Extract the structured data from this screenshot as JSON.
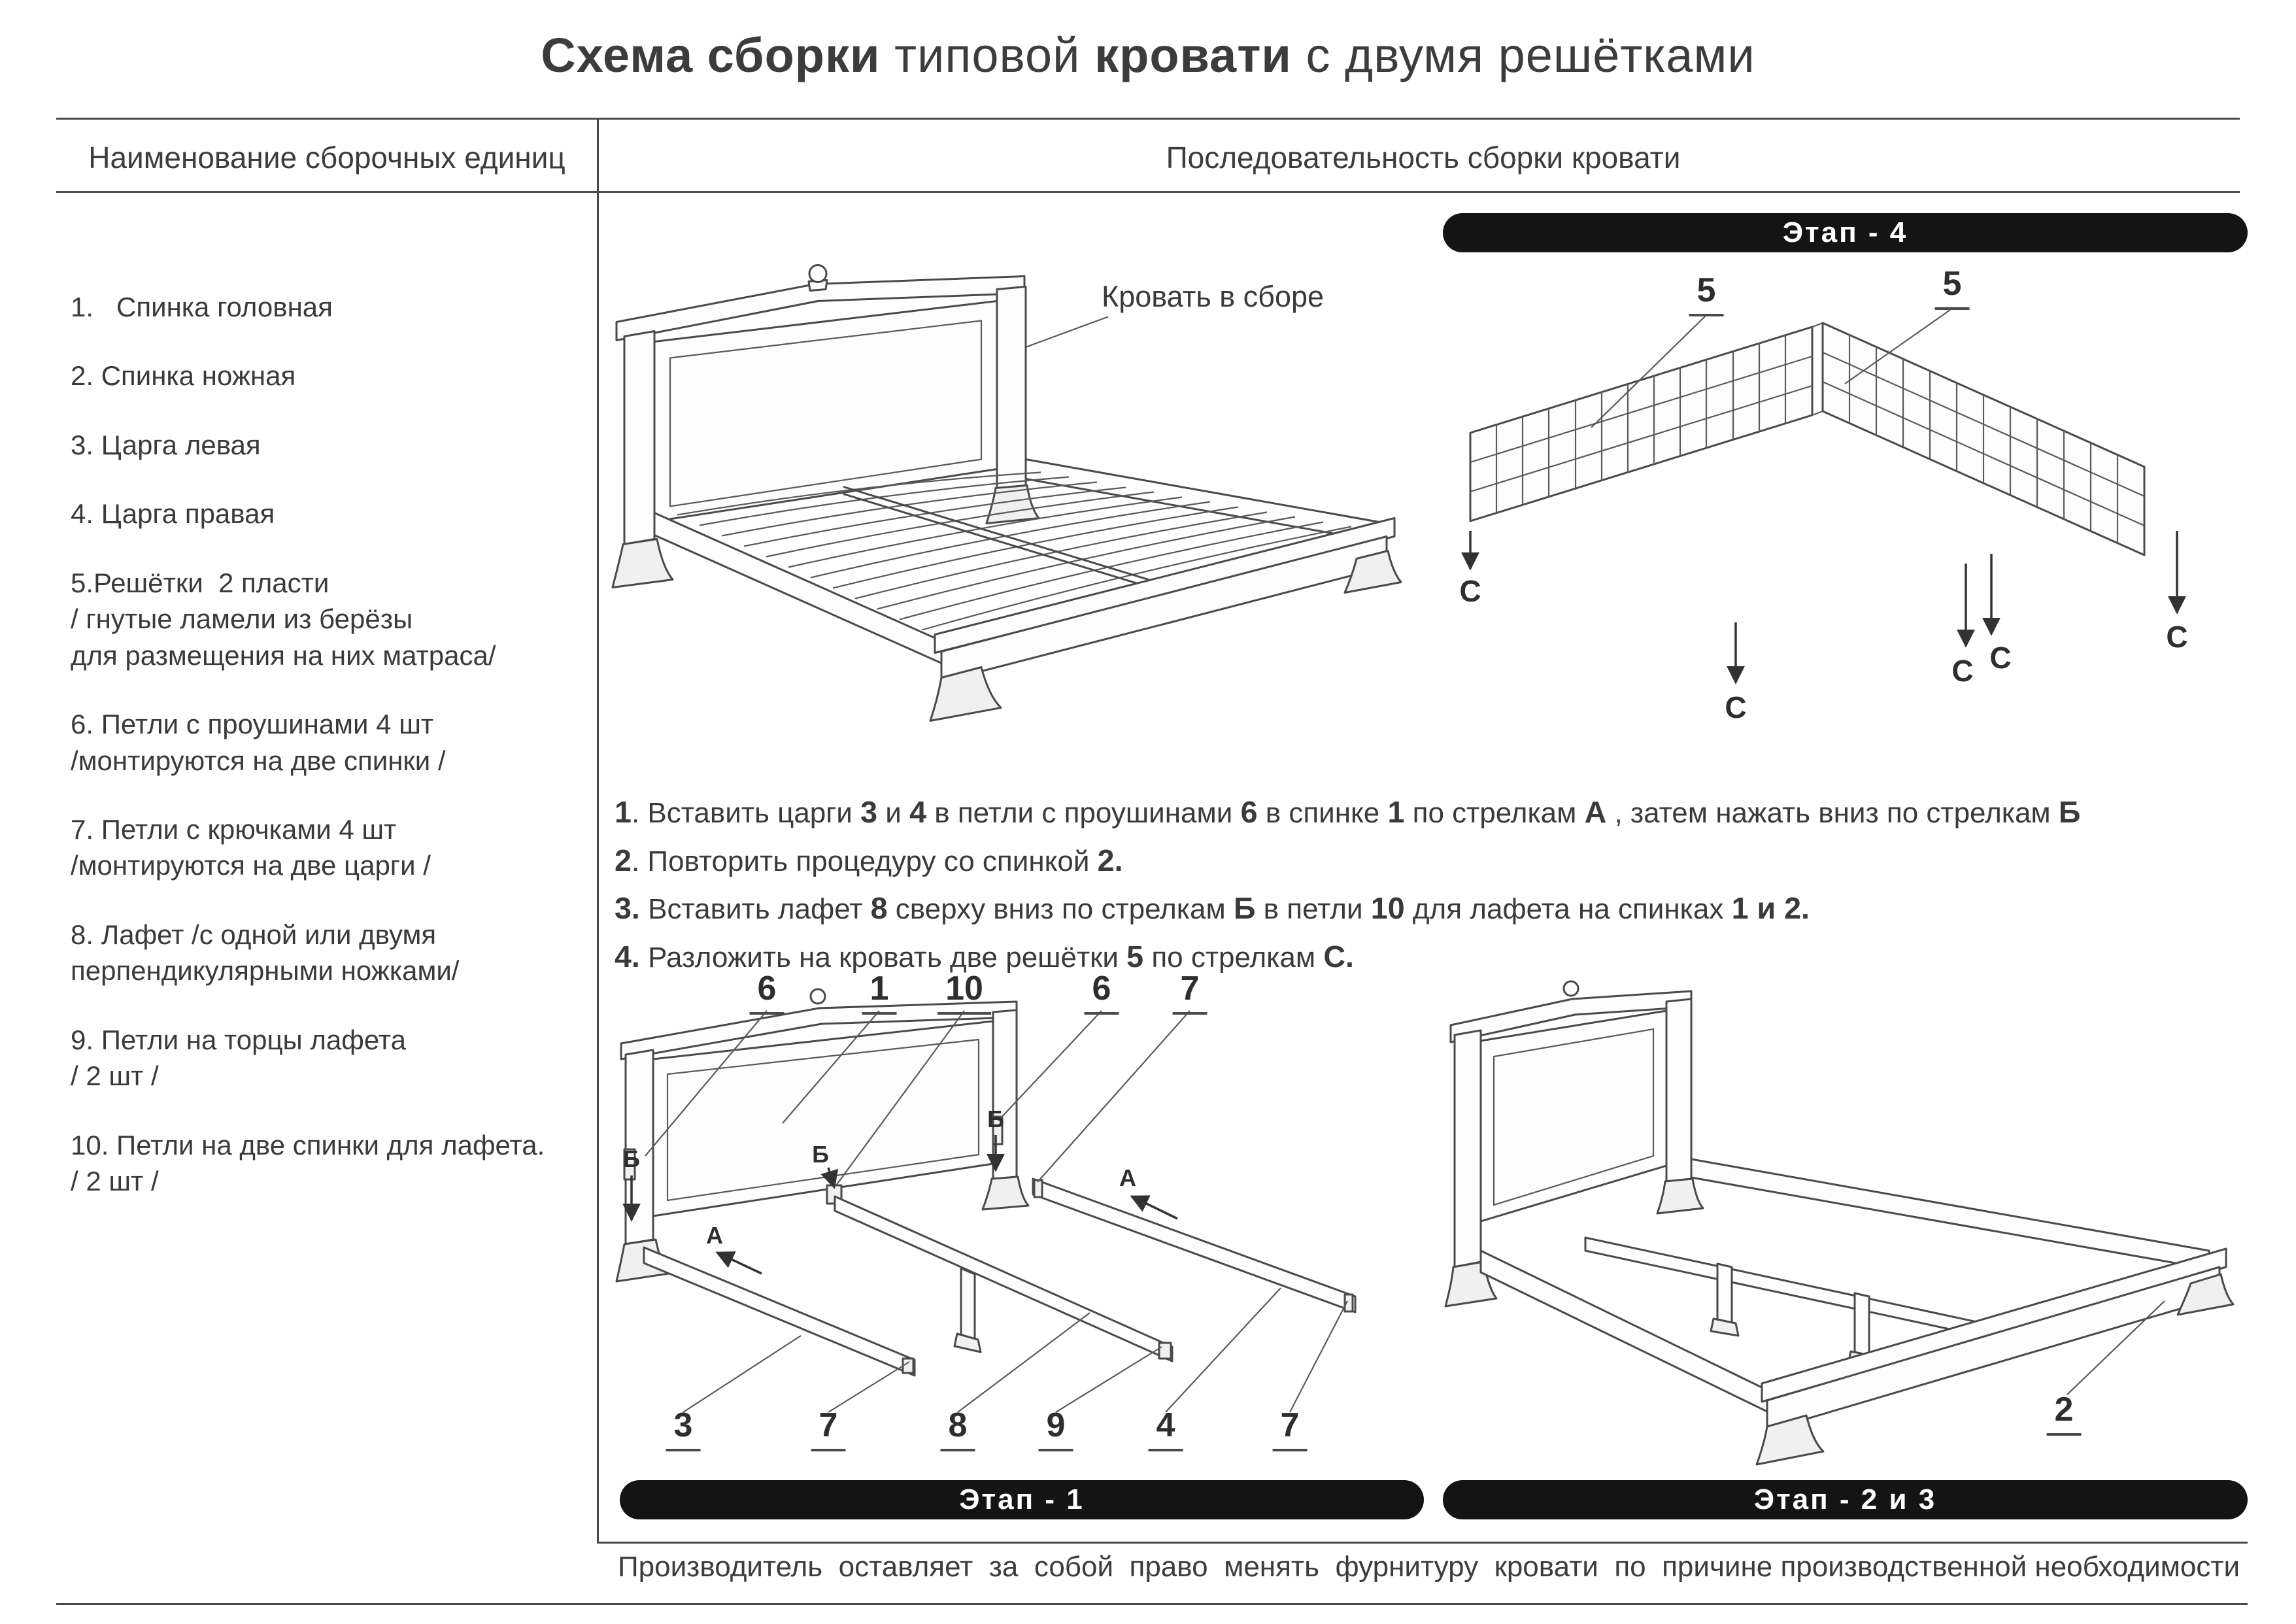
{
  "title": {
    "segments": [
      {
        "t": "Схема сборки",
        "b": true
      },
      {
        "t": " типовой ",
        "b": false
      },
      {
        "t": "кровати",
        "b": true
      },
      {
        "t": " с двумя решётками",
        "b": false
      }
    ]
  },
  "table": {
    "left_header": "Наименование  сборочных единиц",
    "right_header": "Последовательность сборки кровати"
  },
  "parts_list": [
    "1.   Спинка головная",
    "2. Спинка ножная",
    "3. Царга левая",
    "4. Царга правая",
    "5.Решётки  2 пласти\n/ гнутые ламели из берёзы\nдля размещения на них матраса/",
    "6. Петли с проушинами 4 шт\n/монтируются на две спинки /",
    "7. Петли с крючками 4 шт\n/монтируются на две царги /",
    "8. Лафет /с одной или двумя\nперпендикулярными ножками/",
    "9. Петли на торцы лафета\n/ 2 шт /",
    "10. Петли на две спинки для лафета.\n/ 2 шт /"
  ],
  "assembled": {
    "caption": "Кровать в сборе"
  },
  "stage4": {
    "banner": "Этап -  4",
    "label_5_left": "5",
    "label_5_right": "5",
    "c_labels": [
      "С",
      "С",
      "С",
      "С",
      "С"
    ]
  },
  "instructions": [
    {
      "segments": [
        {
          "t": "1",
          "b": true
        },
        {
          "t": ". Вставить царги ",
          "b": false
        },
        {
          "t": "3",
          "b": true
        },
        {
          "t": " и ",
          "b": false
        },
        {
          "t": "4",
          "b": true
        },
        {
          "t": " в петли с проушинами ",
          "b": false
        },
        {
          "t": "6",
          "b": true
        },
        {
          "t": " в спинке ",
          "b": false
        },
        {
          "t": "1",
          "b": true
        },
        {
          "t": " по стрелкам ",
          "b": false
        },
        {
          "t": "А",
          "b": true
        },
        {
          "t": " , затем нажать вниз по стрелкам ",
          "b": false
        },
        {
          "t": "Б",
          "b": true
        }
      ]
    },
    {
      "segments": [
        {
          "t": "2",
          "b": true
        },
        {
          "t": ". Повторить процедуру со спинкой ",
          "b": false
        },
        {
          "t": "2.",
          "b": true
        }
      ]
    },
    {
      "segments": [
        {
          "t": "3.",
          "b": true
        },
        {
          "t": " Вставить лафет ",
          "b": false
        },
        {
          "t": "8",
          "b": true
        },
        {
          "t": " сверху вниз по стрелкам ",
          "b": false
        },
        {
          "t": "Б",
          "b": true
        },
        {
          "t": " в петли ",
          "b": false
        },
        {
          "t": "10",
          "b": true
        },
        {
          "t": " для лафета на спинках ",
          "b": false
        },
        {
          "t": "1 и 2.",
          "b": true
        }
      ]
    },
    {
      "segments": [
        {
          "t": "4.",
          "b": true
        },
        {
          "t": " Разложить на кровать две решётки ",
          "b": false
        },
        {
          "t": "5",
          "b": true
        },
        {
          "t": "  по стрелкам ",
          "b": false
        },
        {
          "t": "С.",
          "b": true
        }
      ]
    }
  ],
  "stage1": {
    "banner": "Этап - 1",
    "top_labels": [
      "6",
      "1",
      "10",
      "6",
      "7"
    ],
    "bottom_labels": [
      "3",
      "7",
      "8",
      "9",
      "4",
      "7"
    ],
    "b_labels": [
      "Б",
      "Б",
      "Б"
    ],
    "a_labels": [
      "А",
      "А"
    ]
  },
  "stage23": {
    "banner": "Этап -  2 и 3",
    "label_2": "2"
  },
  "footer": "Производитель  оставляет  за  собой  право  менять  фурнитуру  кровати  по  причине производственной необходимости"
}
